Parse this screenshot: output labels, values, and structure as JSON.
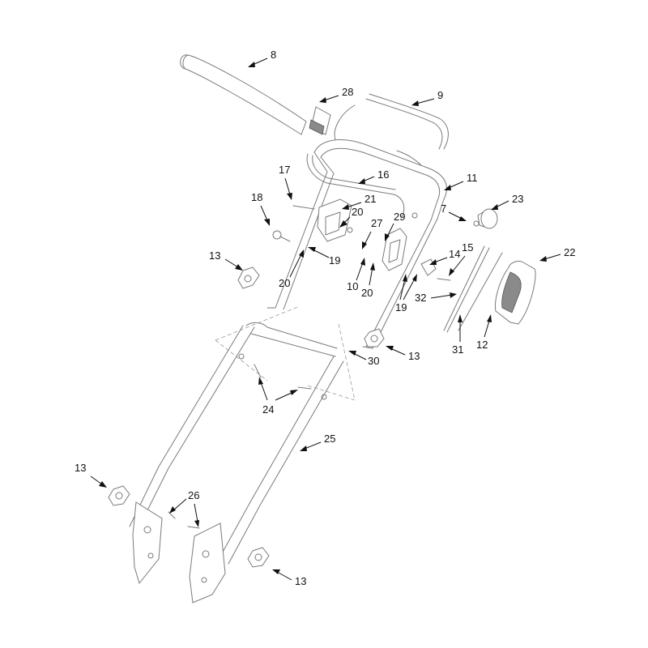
{
  "diagram": {
    "callouts": [
      "8",
      "28",
      "9",
      "16",
      "11",
      "17",
      "18",
      "21",
      "20",
      "23",
      "29",
      "27",
      "7",
      "14",
      "13",
      "19",
      "15",
      "22",
      "20",
      "10",
      "20",
      "19",
      "32",
      "13",
      "30",
      "31",
      "12",
      "24",
      "25",
      "13",
      "26",
      "13"
    ]
  }
}
